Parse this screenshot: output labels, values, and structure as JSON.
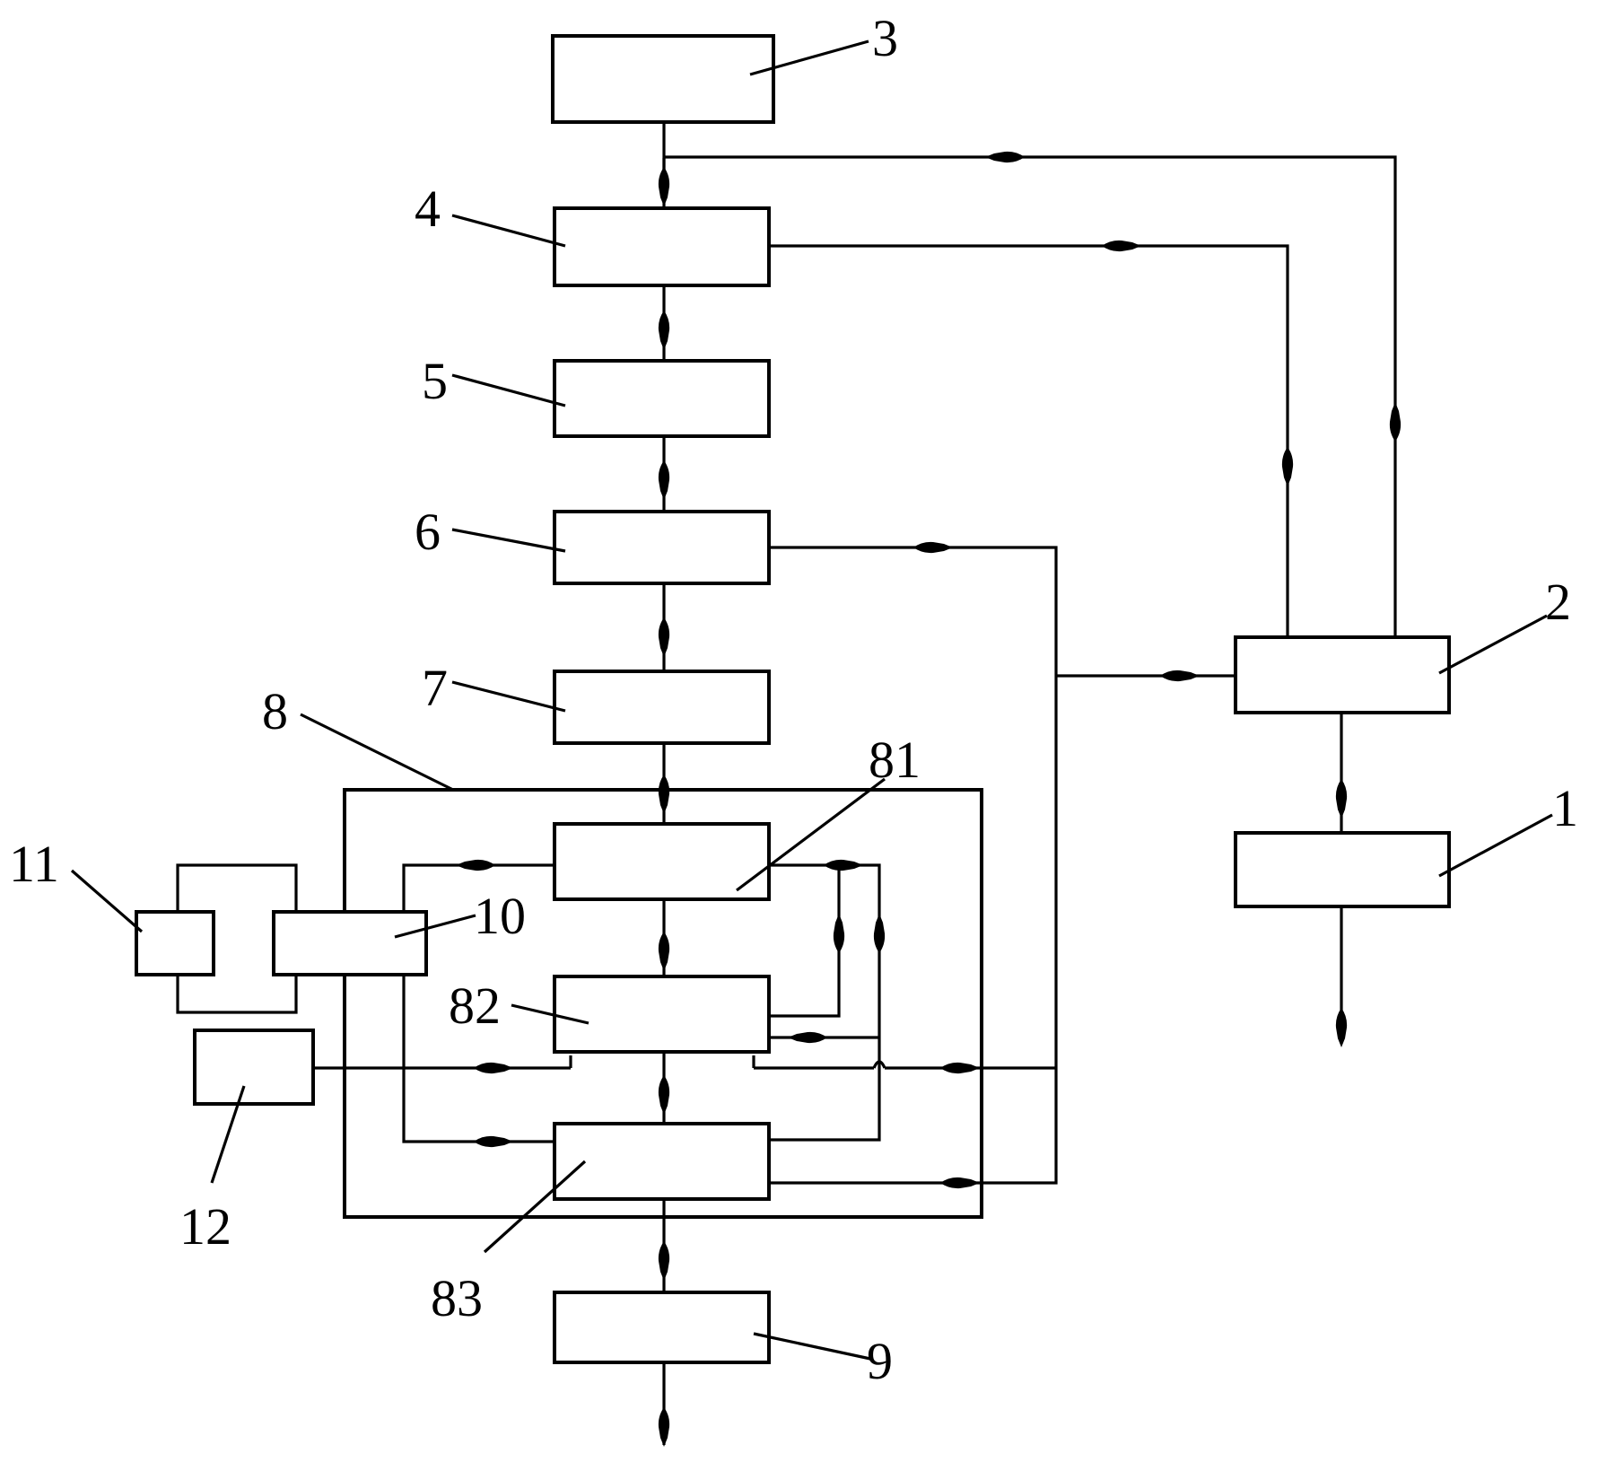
{
  "labels": {
    "l1": "1",
    "l2": "2",
    "l3": "3",
    "l4": "4",
    "l5": "5",
    "l6": "6",
    "l7": "7",
    "l8": "8",
    "l9": "9",
    "l10": "10",
    "l11": "11",
    "l12": "12",
    "l81": "81",
    "l82": "82",
    "l83": "83"
  },
  "colors": {
    "ink": "#000000",
    "background": "#ffffff"
  }
}
